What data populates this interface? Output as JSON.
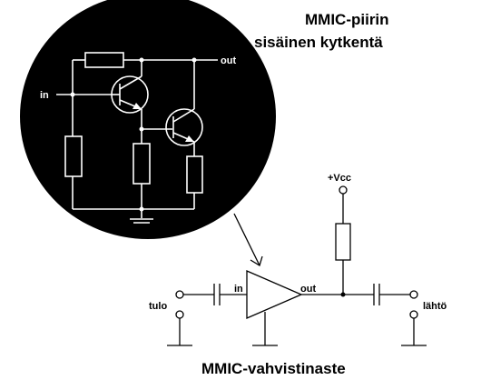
{
  "labels": {
    "inner_title_line1": "MMIC-piirin",
    "inner_title_line2": "sisäinen kytkentä",
    "inner_in": "in",
    "inner_out": "out",
    "vcc": "+Vcc",
    "amp_in": "in",
    "amp_out": "out",
    "input_terminal": "tulo",
    "output_terminal": "lähtö",
    "bottom_title": "MMIC-vahvistinaste"
  },
  "colors": {
    "circle_fill": "#000000",
    "inner_wire": "#ffffff",
    "outer_wire": "#000000",
    "background": "#ffffff"
  }
}
